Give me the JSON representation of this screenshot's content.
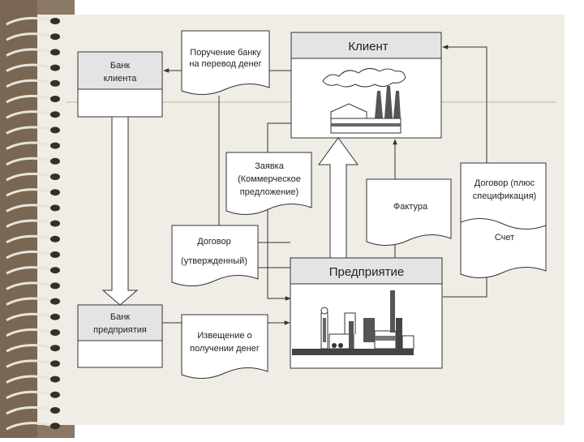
{
  "colors": {
    "notebook_paper": "#f0ece6",
    "binding_strip": "#8b7765",
    "header_fill": "#e4e4e4",
    "box_fill": "#ffffff",
    "stroke": "#333333",
    "ruled_line": "#c8b890"
  },
  "icons": [
    "spiral-binding-ring-icon",
    "factory-with-smoke-icon",
    "industrial-plant-icon"
  ],
  "nodes": {
    "client": {
      "title": "Клиент"
    },
    "enterprise": {
      "title": "Предприятие"
    },
    "client_bank": {
      "line1": "Банк",
      "line2": "клиента"
    },
    "enterprise_bank": {
      "line1": "Банк",
      "line2": "предприятия"
    }
  },
  "documents": {
    "payment_order": {
      "line1": "Поручение банку",
      "line2": "на перевод денег"
    },
    "request": {
      "line1": "Заявка",
      "line2": "(Коммерческое",
      "line3": "предложение)"
    },
    "contract": {
      "line1": "Договор",
      "line2": "(утвержденный)"
    },
    "invoice": {
      "line1": "Фактура"
    },
    "contract_spec": {
      "line1": "Договор (плюс",
      "line2": "спецификация)",
      "line3": "Счет"
    },
    "payment_notice": {
      "line1": "Извещение о",
      "line2": "получении денег"
    }
  }
}
